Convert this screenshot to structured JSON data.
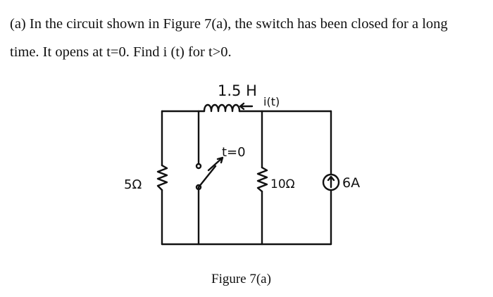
{
  "problem": {
    "line1": "(a) In the circuit shown in Figure 7(a), the switch has been closed for a long",
    "line2": "time. It opens at t=0. Find i (t) for t>0."
  },
  "circuit": {
    "inductor_label": "1.5 H",
    "current_label": "i(t)",
    "switch_label": "t=0",
    "resistor_left_label": "5Ω",
    "resistor_right_label": "10Ω",
    "source_label": "6A"
  },
  "figure": {
    "caption": "Figure 7(a)"
  }
}
